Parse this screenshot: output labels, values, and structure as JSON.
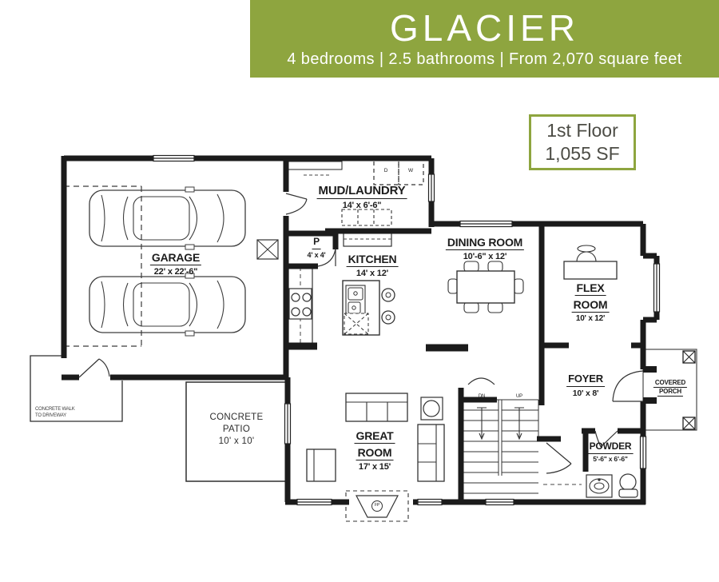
{
  "colors": {
    "accent_green": "#8ea53f",
    "wall": "#1b1b1b",
    "text_dark": "#4c4c45"
  },
  "header": {
    "title": "GLACIER",
    "subtitle": "4 bedrooms | 2.5 bathrooms | From 2,070 square feet"
  },
  "floor_badge": {
    "floor": "1st Floor",
    "area": "1,055 SF"
  },
  "rooms": {
    "garage": {
      "name": "GARAGE",
      "dims": "22' x 22'-6\""
    },
    "mud_laundry": {
      "name": "MUD/LAUNDRY",
      "dims": "14' x 6'-6\""
    },
    "pantry": {
      "name": "P",
      "dims": "4' x 4'"
    },
    "kitchen": {
      "name": "KITCHEN",
      "dims": "14' x 12'"
    },
    "dining": {
      "name": "DINING ROOM",
      "dims": "10'-6\" x 12'"
    },
    "flex": {
      "line1": "FLEX",
      "line2": "ROOM",
      "dims": "10' x 12'"
    },
    "foyer": {
      "name": "FOYER",
      "dims": "10' x 8'"
    },
    "porch": {
      "line1": "COVERED",
      "line2": "PORCH"
    },
    "powder": {
      "name": "POWDER",
      "dims": "5'-6\" x 6'-6\""
    },
    "great": {
      "line1": "GREAT",
      "line2": "ROOM",
      "dims": "17' x 15'"
    },
    "patio": {
      "line1": "CONCRETE",
      "line2": "PATIO",
      "line3": "10' x 10'"
    },
    "walk": {
      "line1": "CONCRETE WALK",
      "line2": "TO DRIVEWAY"
    }
  },
  "annotations": {
    "dryer": "D",
    "washer": "W",
    "stairs_down": "DN",
    "stairs_up": "UP",
    "fireplace": "FP"
  }
}
